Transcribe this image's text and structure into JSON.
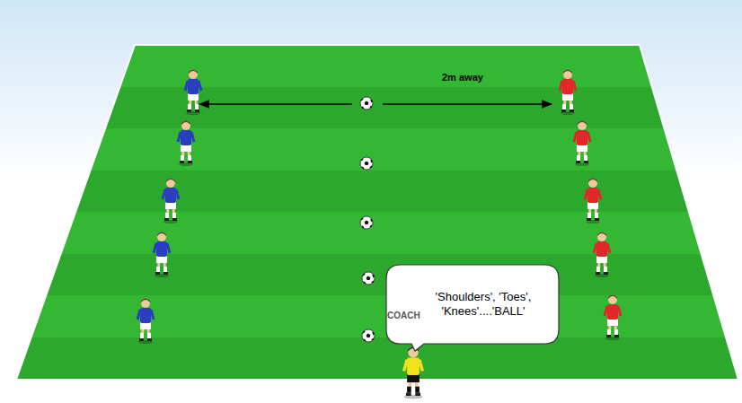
{
  "diagram": {
    "nodes": [
      {
        "text": [
          "'Shoulders', 'Toes', 'Knees'....'BALL'"
        ]
      }
    ],
    "labels": [
      "2m away",
      "COACH"
    ]
  }
}
